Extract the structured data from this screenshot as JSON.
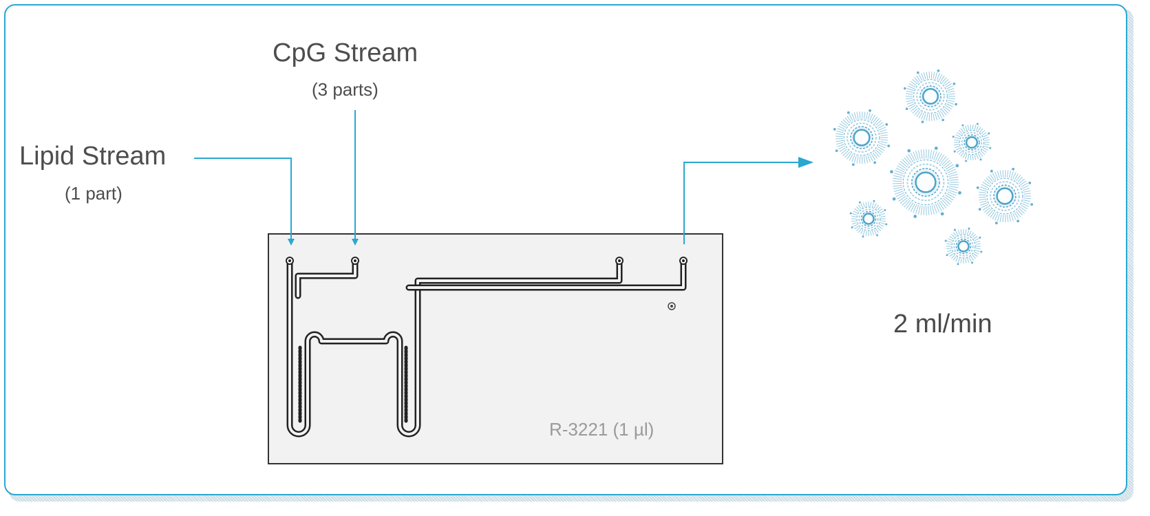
{
  "diagram": {
    "lipid_stream": {
      "title": "Lipid Stream",
      "ratio": "(1 part)"
    },
    "cpg_stream": {
      "title": "CpG Stream",
      "ratio": "(3 parts)"
    },
    "chip": {
      "label": "R-3221 (1 µl)"
    },
    "output": {
      "flow_rate": "2 ml/min"
    },
    "colors": {
      "accent": "#29a7cf",
      "text": "#4d4d4d",
      "chip_border": "#333333",
      "channel": "#222222",
      "particle": "#3d9cc4"
    },
    "icons": [
      "inlet-port-icon",
      "outlet-port-icon",
      "particle-icon"
    ]
  }
}
